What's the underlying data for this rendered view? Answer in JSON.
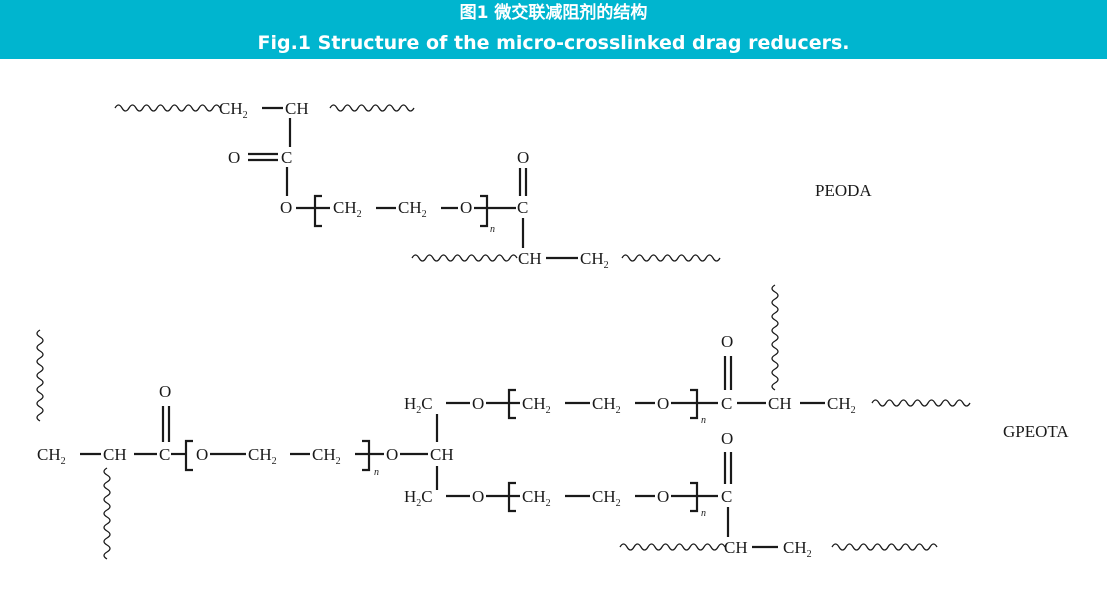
{
  "figure": {
    "caption_cn": "图1 微交联减阻剂的结构",
    "caption_en": "Fig.1 Structure of the micro-crosslinked drag reducers."
  },
  "structures": [
    {
      "name": "PEODA"
    },
    {
      "name": "GPEOTA"
    }
  ],
  "atoms": {
    "CH2": "CH",
    "CH": "CH",
    "C": "C",
    "O": "O",
    "H2C": "H",
    "two": "2",
    "n": "n"
  },
  "colors": {
    "caption_bar": "#00b5cf",
    "caption_text": "#ffffff",
    "ink": "#1a1a1a"
  }
}
